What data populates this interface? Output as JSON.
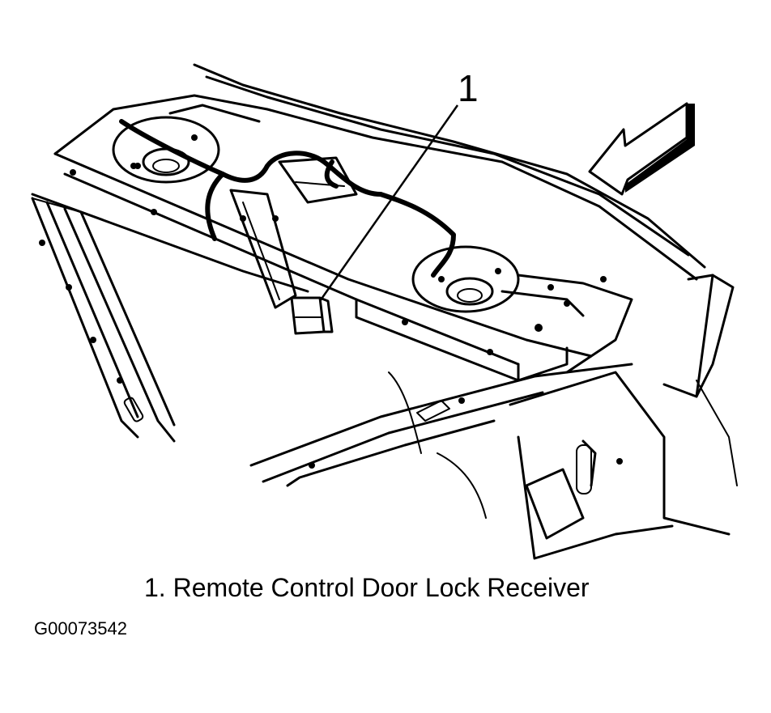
{
  "callout": {
    "number": "1"
  },
  "legend": {
    "item_1": "1. Remote Control Door Lock Receiver"
  },
  "figure_id": "G00073542",
  "icons": {
    "direction_arrow": "view-direction-arrow-icon"
  }
}
